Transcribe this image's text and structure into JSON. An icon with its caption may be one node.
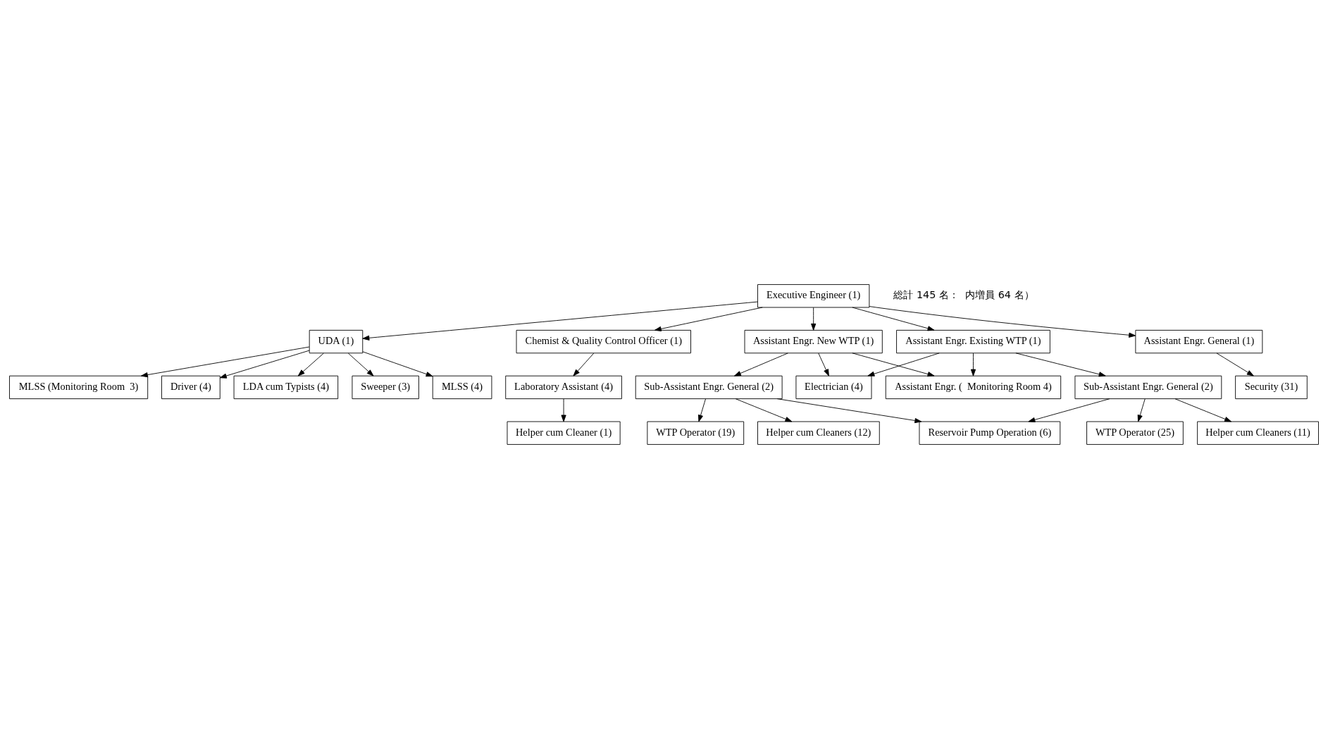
{
  "diagram": {
    "nodes": [
      {
        "text": [
          "Executive Engineer (1)"
        ]
      },
      {
        "text": [
          "UDA (1)"
        ]
      },
      {
        "text": [
          "Chemist & Quality Control Officer (1)"
        ]
      },
      {
        "text": [
          "Assistant Engr. Existing WTP (1)"
        ]
      },
      {
        "text": [
          "Assistant Engr. General (1)"
        ]
      },
      {
        "text": [
          "Assistant Engr. New WTP (1)"
        ]
      },
      {
        "text": [
          "Laboratory Assistant (4)"
        ]
      },
      {
        "text": [
          "Assistant Engr. (  Monitoring Room 4)"
        ]
      },
      {
        "text": [
          "Electrician (4)"
        ]
      },
      {
        "text": [
          "LDA cum Typists (4)"
        ]
      },
      {
        "text": [
          "Sub-Assistant Engr. General (2)"
        ]
      },
      {
        "text": [
          "Sub-Assistant Engr. General (2)"
        ]
      },
      {
        "text": [
          "Helper cum Cleaner (1)"
        ]
      },
      {
        "text": [
          "Security (31)"
        ]
      },
      {
        "text": [
          "Sweeper (3)"
        ]
      },
      {
        "text": [
          "WTP Operator (25)"
        ]
      },
      {
        "text": [
          "WTP Operator (19)"
        ]
      },
      {
        "text": [
          "MLSS (4)"
        ]
      },
      {
        "text": [
          "Helper cum Cleaners (11)"
        ]
      },
      {
        "text": [
          "Helper cum Cleaners (12)"
        ]
      },
      {
        "text": [
          "MLSS (Monitoring Room  3)"
        ]
      },
      {
        "text": [
          "Driver (4)"
        ]
      },
      {
        "text": [
          "Reservoir Pump Operation (6)"
        ]
      }
    ],
    "edges": [
      {
        "from": 0,
        "to": 1,
        "arrow": "to"
      },
      {
        "from": 0,
        "to": 2,
        "arrow": "to"
      },
      {
        "from": 0,
        "to": 3,
        "arrow": "to"
      },
      {
        "from": 0,
        "to": 4,
        "arrow": "to"
      },
      {
        "from": 0,
        "to": 5,
        "arrow": "to"
      },
      {
        "from": 2,
        "to": 6,
        "arrow": "to"
      },
      {
        "from": 4,
        "to": 13,
        "arrow": "to"
      },
      {
        "from": 3,
        "to": 7,
        "arrow": "to"
      },
      {
        "from": 5,
        "to": 7,
        "arrow": "to"
      },
      {
        "from": 3,
        "to": 8,
        "arrow": "to"
      },
      {
        "from": 5,
        "to": 8,
        "arrow": "to"
      },
      {
        "from": 1,
        "to": 9,
        "arrow": "to"
      },
      {
        "from": 3,
        "to": 10,
        "arrow": "to"
      },
      {
        "from": 5,
        "to": 11,
        "arrow": "to"
      },
      {
        "from": 6,
        "to": 12,
        "arrow": "to"
      },
      {
        "from": 1,
        "to": 14,
        "arrow": "to"
      },
      {
        "from": 10,
        "to": 15,
        "arrow": "to"
      },
      {
        "from": 11,
        "to": 16,
        "arrow": "to"
      },
      {
        "from": 1,
        "to": 17,
        "arrow": "to"
      },
      {
        "from": 10,
        "to": 18,
        "arrow": "to"
      },
      {
        "from": 11,
        "to": 19,
        "arrow": "to"
      },
      {
        "from": 1,
        "to": 20,
        "arrow": "to"
      },
      {
        "from": 1,
        "to": 21,
        "arrow": "to"
      },
      {
        "from": 10,
        "to": 22,
        "arrow": "to"
      },
      {
        "from": 11,
        "to": 22,
        "arrow": "to"
      }
    ],
    "labels": [
      "総計 145 名：  内増員 64 名）"
    ]
  }
}
